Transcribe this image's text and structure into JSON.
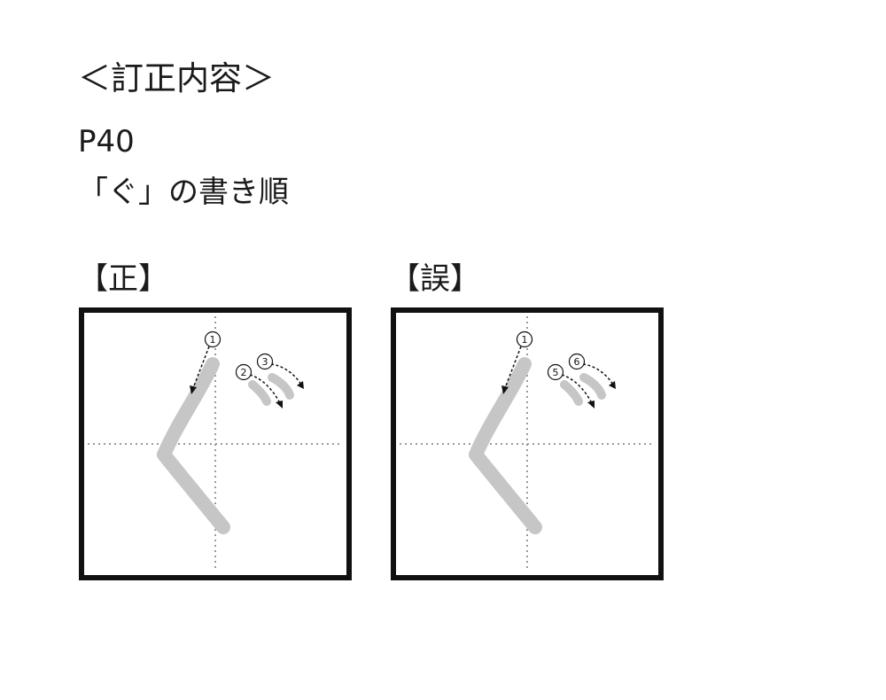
{
  "heading": "＜訂正内容＞",
  "page_ref": "P40",
  "subject": "「ぐ」の書き順",
  "correct": {
    "label": "【正】",
    "numbers": [
      "1",
      "2",
      "3"
    ]
  },
  "wrong": {
    "label": "【誤】",
    "numbers": [
      "1",
      "5",
      "6"
    ]
  }
}
